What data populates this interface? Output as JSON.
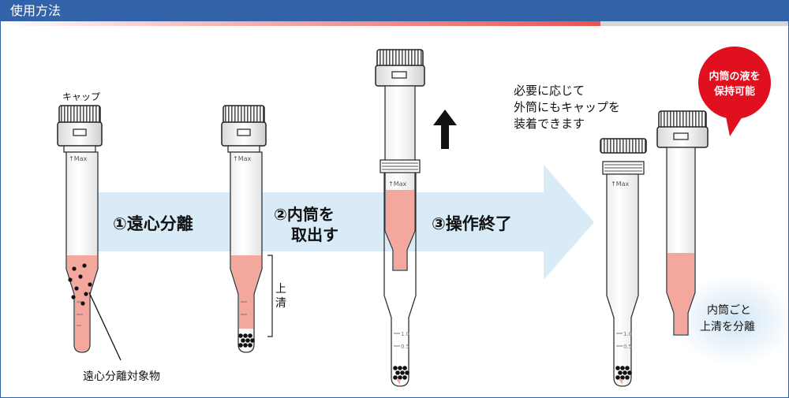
{
  "title": "使用方法",
  "colors": {
    "header_blue": "#3262a8",
    "accent_red": "#e9554f",
    "arrow_blue": "#d8ebf7",
    "liquid": "#f4a79c",
    "badge_red": "#e0101f"
  },
  "labels": {
    "cap": "キャップ",
    "step1": "①遠心分離",
    "step2_line1": "②内筒を",
    "step2_line2": "取出す",
    "step3": "③操作終了",
    "supernatant_line1": "上",
    "supernatant_line2": "清",
    "centrifuge_target": "遠心分離対象物",
    "note_line1": "必要に応じて",
    "note_line2": "外筒にもキャップを",
    "note_line3": "装着できます",
    "badge_line1": "内筒の液を",
    "badge_line2": "保持可能",
    "bottom_note_line1": "内筒ごと",
    "bottom_note_line2": "上清を分離"
  },
  "tube_marks": {
    "max": "↑Max",
    "m1": "1.0",
    "m2": "0.5"
  }
}
